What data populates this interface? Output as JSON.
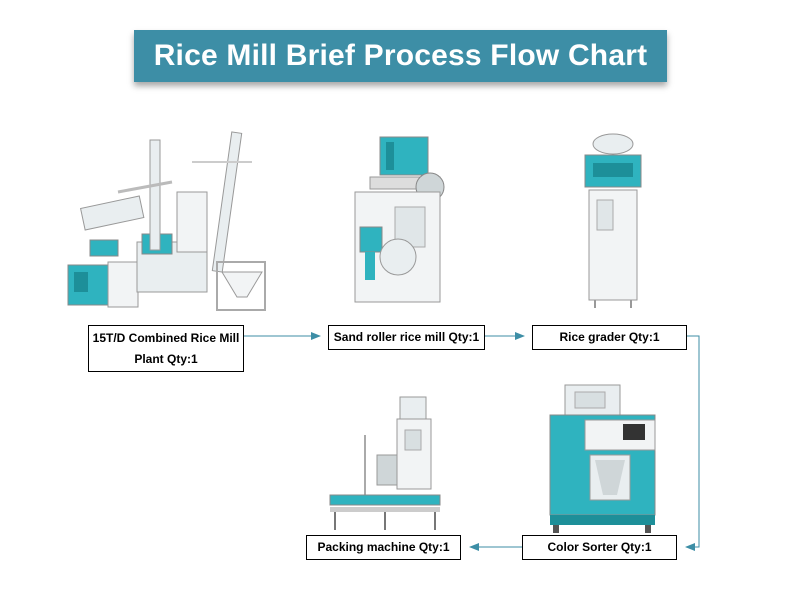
{
  "title": "Rice Mill Brief Process Flow Chart",
  "colors": {
    "banner": "#3d8ea6",
    "arrow": "#3d8ea6",
    "machine_teal": "#2fb3bf",
    "machine_white": "#f2f4f5"
  },
  "steps": [
    {
      "label_line1": "15T/D Combined Rice Mill",
      "label_line2": "Plant Qty:1"
    },
    {
      "label": "Sand roller rice mill Qty:1"
    },
    {
      "label": "Rice grader Qty:1"
    },
    {
      "label": "Color Sorter Qty:1"
    },
    {
      "label": "Packing machine Qty:1"
    }
  ]
}
